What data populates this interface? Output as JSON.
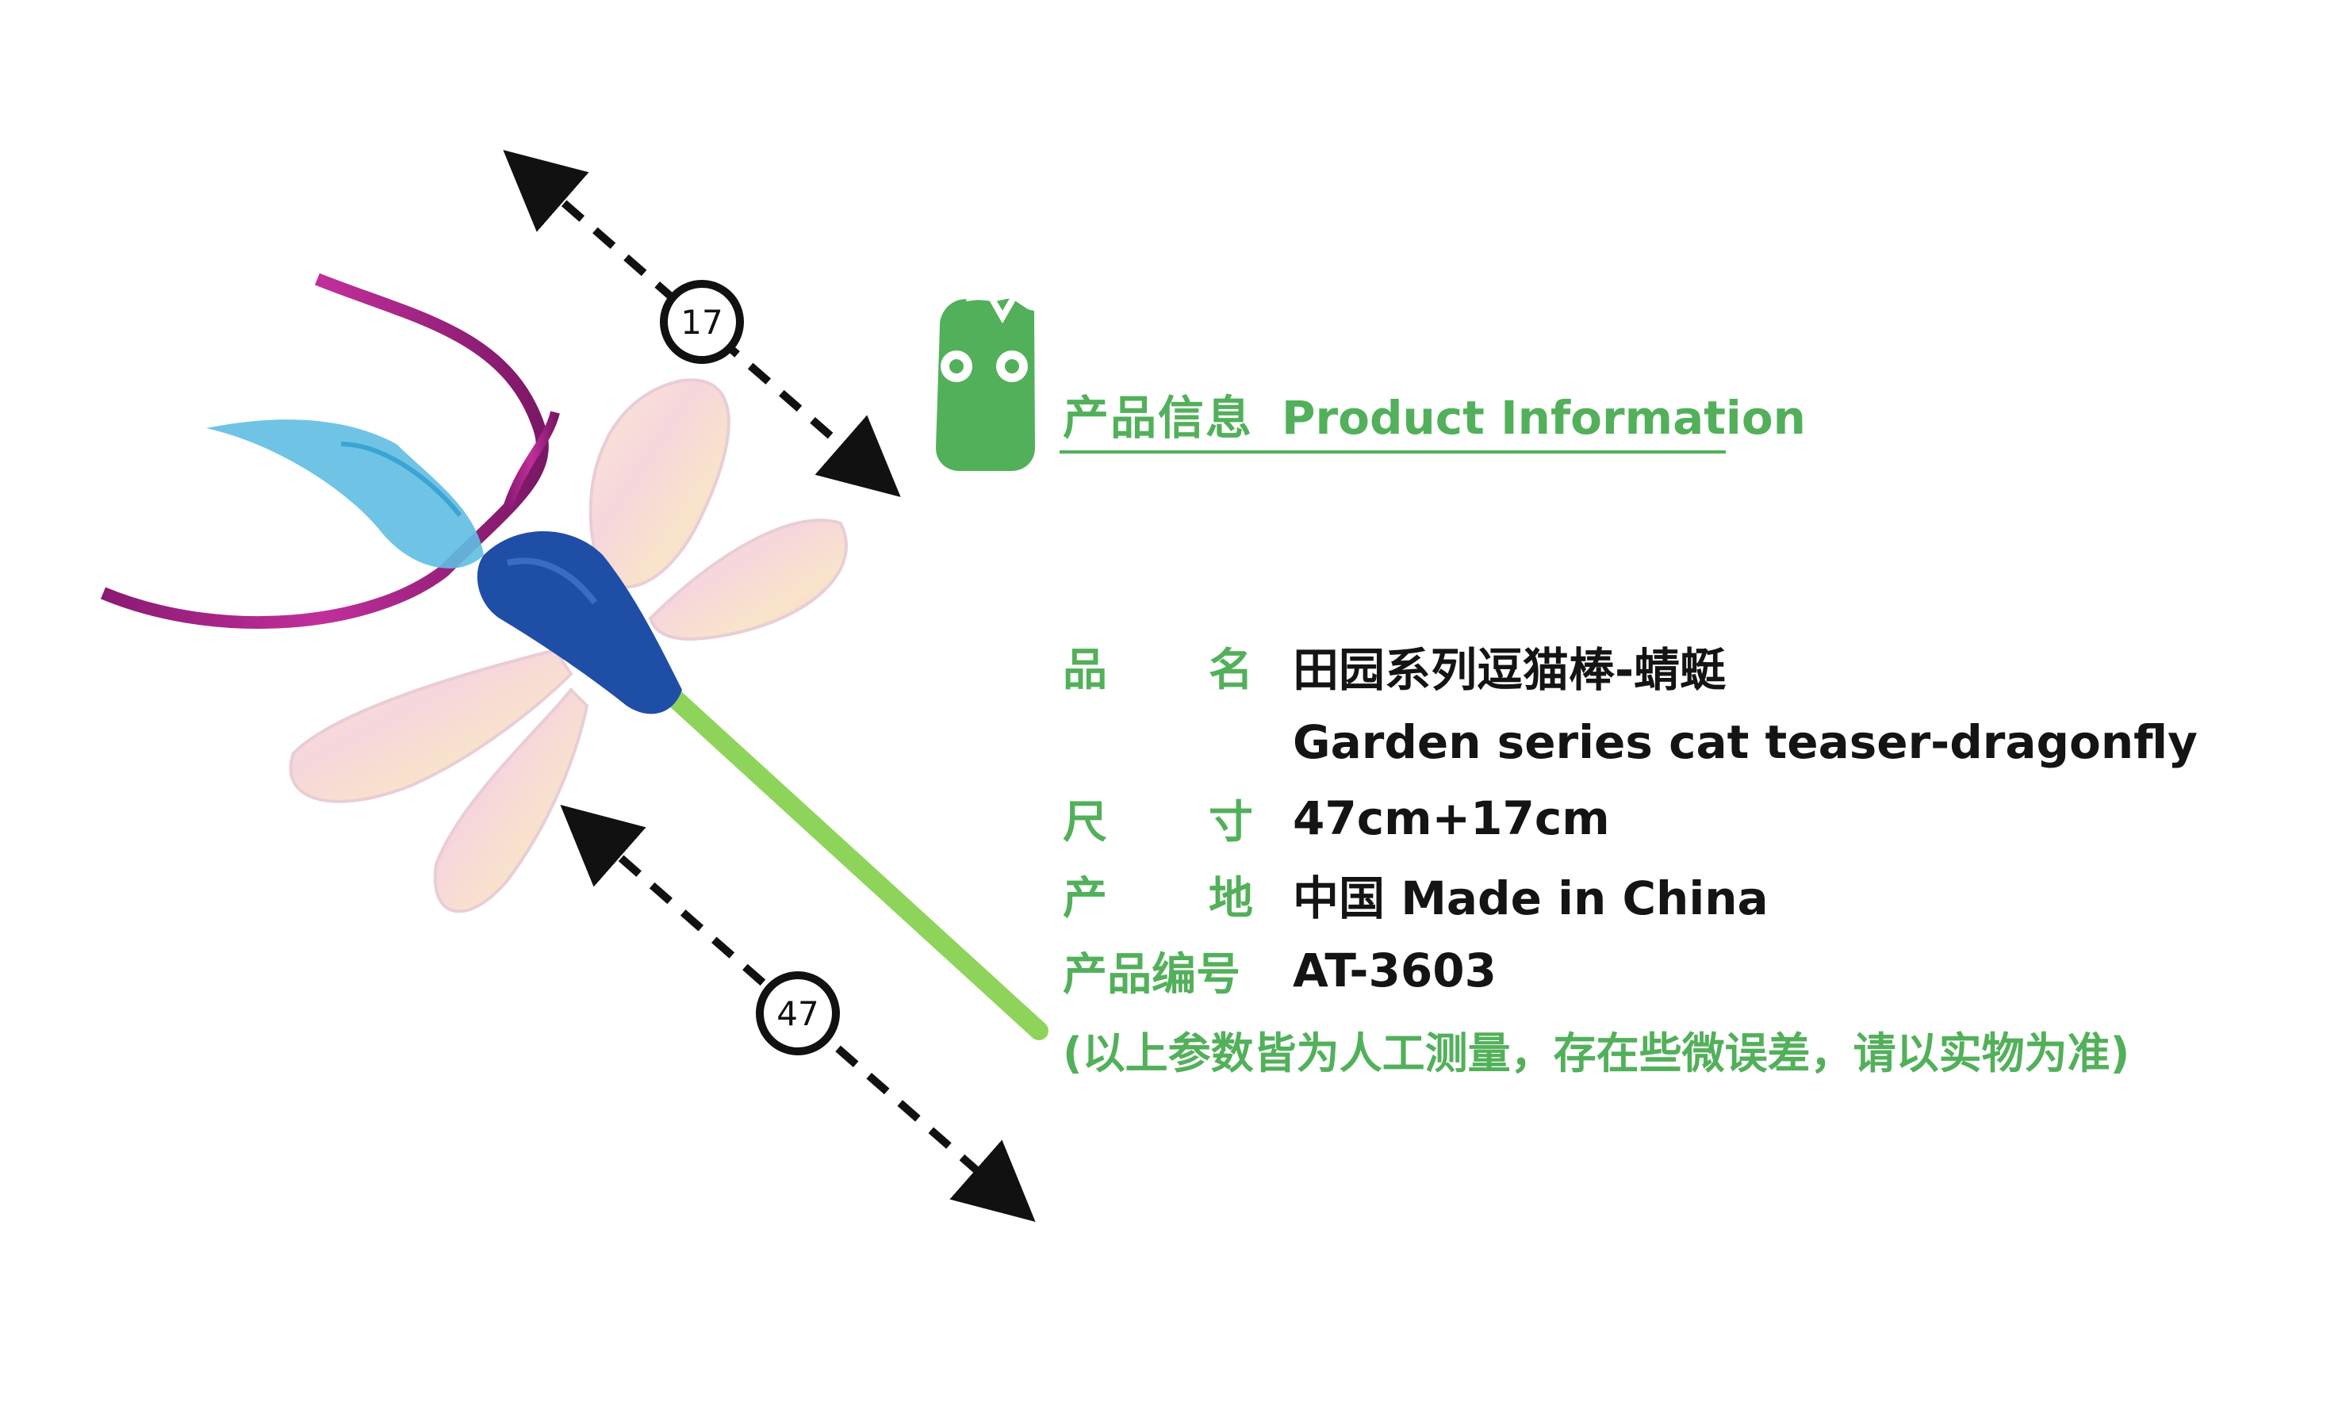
{
  "header": {
    "title_cn": "产品信息",
    "title_en": "Product Information"
  },
  "dimensions": {
    "top_label": "17",
    "bottom_label": "47"
  },
  "info": {
    "name_label_1": "品",
    "name_label_2": "名",
    "name_cn": "田园系列逗猫棒-蜻蜓",
    "name_en": "Garden series cat teaser-dragonfly",
    "size_label_1": "尺",
    "size_label_2": "寸",
    "size_value": "47cm+17cm",
    "origin_label_1": "产",
    "origin_label_2": "地",
    "origin_value": "中国 Made in China",
    "code_label": "产品编号",
    "code_value": "AT-3603"
  },
  "disclaimer": "(以上参数皆为人工测量，存在些微误差，请以实物为准)",
  "colors": {
    "accent_green": "#52b05a",
    "text_dark": "#141414"
  },
  "icons": {
    "logo": "green-cat-head-icon"
  }
}
